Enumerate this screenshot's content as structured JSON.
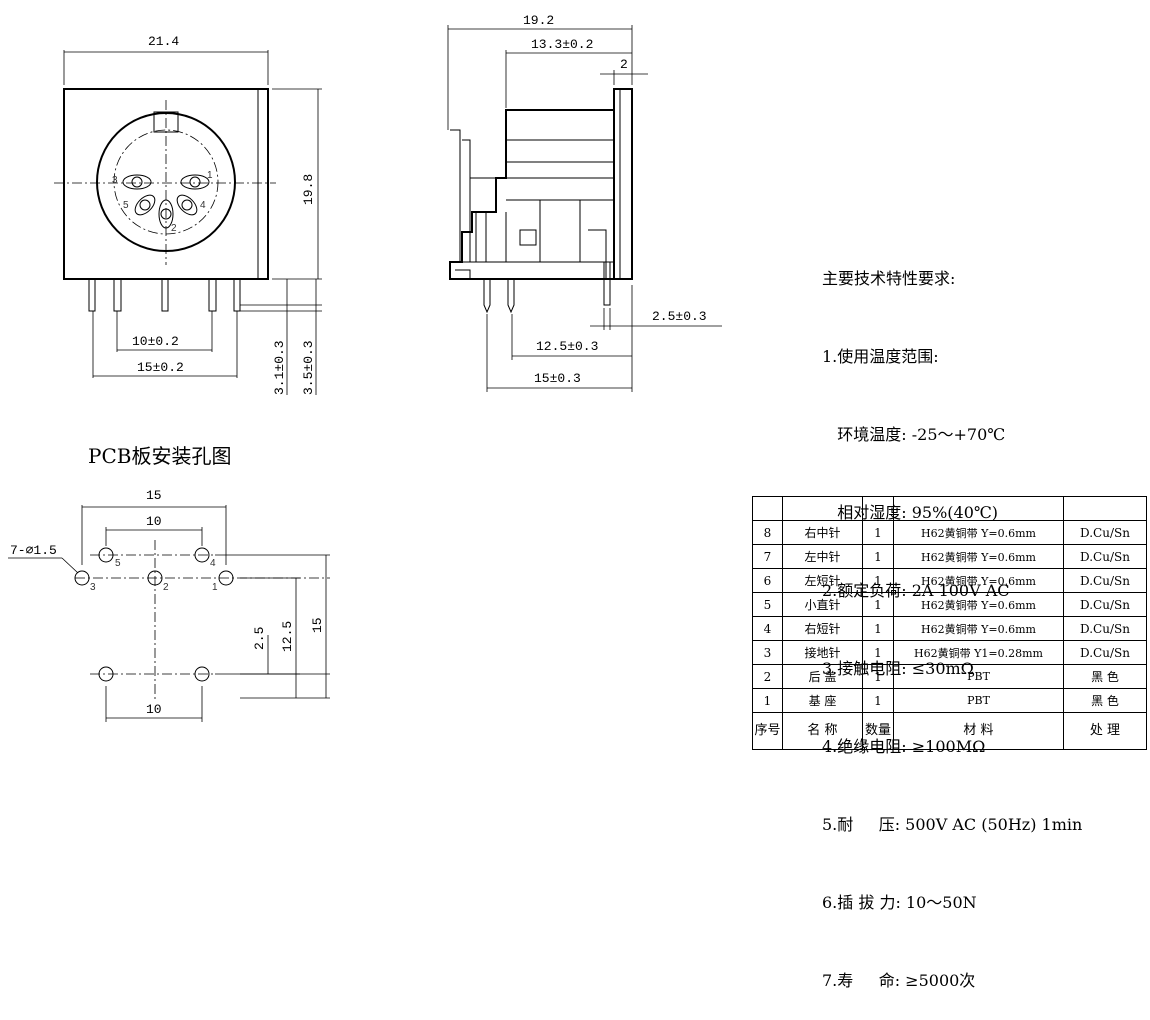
{
  "front_view": {
    "dim_width": "21.4",
    "dim_height": "19.8",
    "dim_pin_10": "10±0.2",
    "dim_pin_15": "15±0.2",
    "dim_pin_len_a": "3.1±0.3",
    "dim_pin_len_b": "3.5±0.3",
    "pin_labels": [
      "1",
      "2",
      "3",
      "4",
      "5"
    ]
  },
  "side_view": {
    "dim_total": "19.2",
    "dim_body": "13.3±0.2",
    "dim_flange": "2",
    "dim_2_5": "2.5±0.3",
    "dim_12_5": "12.5±0.3",
    "dim_15": "15±0.3"
  },
  "pcb": {
    "title": "PCB板安装孔图",
    "dim_15_top": "15",
    "dim_10_top": "10",
    "dim_10_bottom": "10",
    "hole_label": "7-⌀1.5",
    "dim_2_5": "2.5",
    "dim_12_5": "12.5",
    "dim_15_right": "15",
    "hole_numbers": [
      "5",
      "4",
      "3",
      "2",
      "1"
    ]
  },
  "specs": {
    "title": "主要技术特性要求:",
    "lines": [
      "1.使用温度范围:",
      "   环境温度: -25～+70℃",
      "   相对湿度: 95%(40℃)",
      "2.额定负荷: 2A 100V AC",
      "3.接触电阻: ≤30mΩ",
      "4.绝缘电阻: ≥100MΩ",
      "5.耐     压: 500V AC (50Hz) 1min",
      "6.插 拔 力: 10～50N",
      "7.寿     命: ≥5000次"
    ]
  },
  "bom": {
    "rows": [
      {
        "no": "8",
        "name": "右中针",
        "qty": "1",
        "material": "H62黄铜带 Y=0.6mm",
        "finish": "D.Cu/Sn"
      },
      {
        "no": "7",
        "name": "左中针",
        "qty": "1",
        "material": "H62黄铜带 Y=0.6mm",
        "finish": "D.Cu/Sn"
      },
      {
        "no": "6",
        "name": "左短针",
        "qty": "1",
        "material": "H62黄铜带 Y=0.6mm",
        "finish": "D.Cu/Sn"
      },
      {
        "no": "5",
        "name": "小直针",
        "qty": "1",
        "material": "H62黄铜带 Y=0.6mm",
        "finish": "D.Cu/Sn"
      },
      {
        "no": "4",
        "name": "右短针",
        "qty": "1",
        "material": "H62黄铜带 Y=0.6mm",
        "finish": "D.Cu/Sn"
      },
      {
        "no": "3",
        "name": "接地针",
        "qty": "1",
        "material": "H62黄铜带 Y1=0.28mm",
        "finish": "D.Cu/Sn"
      },
      {
        "no": "2",
        "name": "后 盖",
        "qty": "1",
        "material": "PBT",
        "finish": "黑 色"
      },
      {
        "no": "1",
        "name": "基 座",
        "qty": "1",
        "material": "PBT",
        "finish": "黑 色"
      }
    ],
    "header": {
      "no": "序号",
      "name": "名  称",
      "qty": "数量",
      "material": "材  料",
      "finish": "处  理"
    }
  }
}
